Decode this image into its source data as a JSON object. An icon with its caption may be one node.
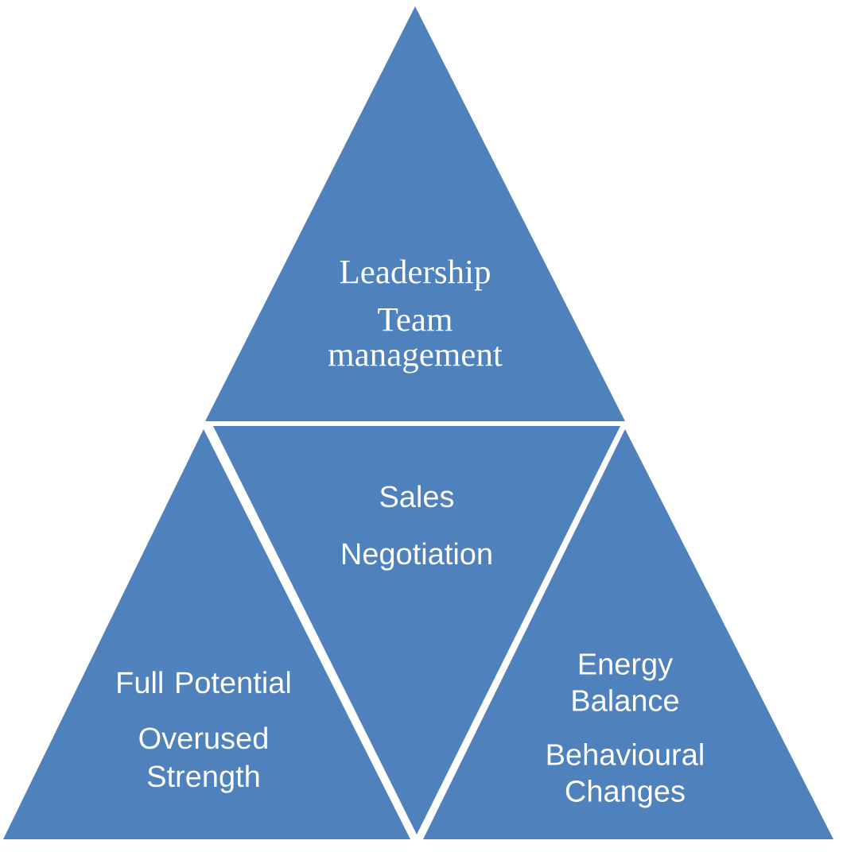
{
  "diagram": {
    "nodes": [
      {
        "text": [
          "Leadership",
          "Team management"
        ]
      },
      {
        "text": [
          "Full Potential",
          "Overused Strength"
        ]
      },
      {
        "text": [
          "Sales",
          "Negotiation"
        ]
      },
      {
        "text": [
          "Energy Balance",
          "Behavioural Changes"
        ]
      }
    ]
  }
}
